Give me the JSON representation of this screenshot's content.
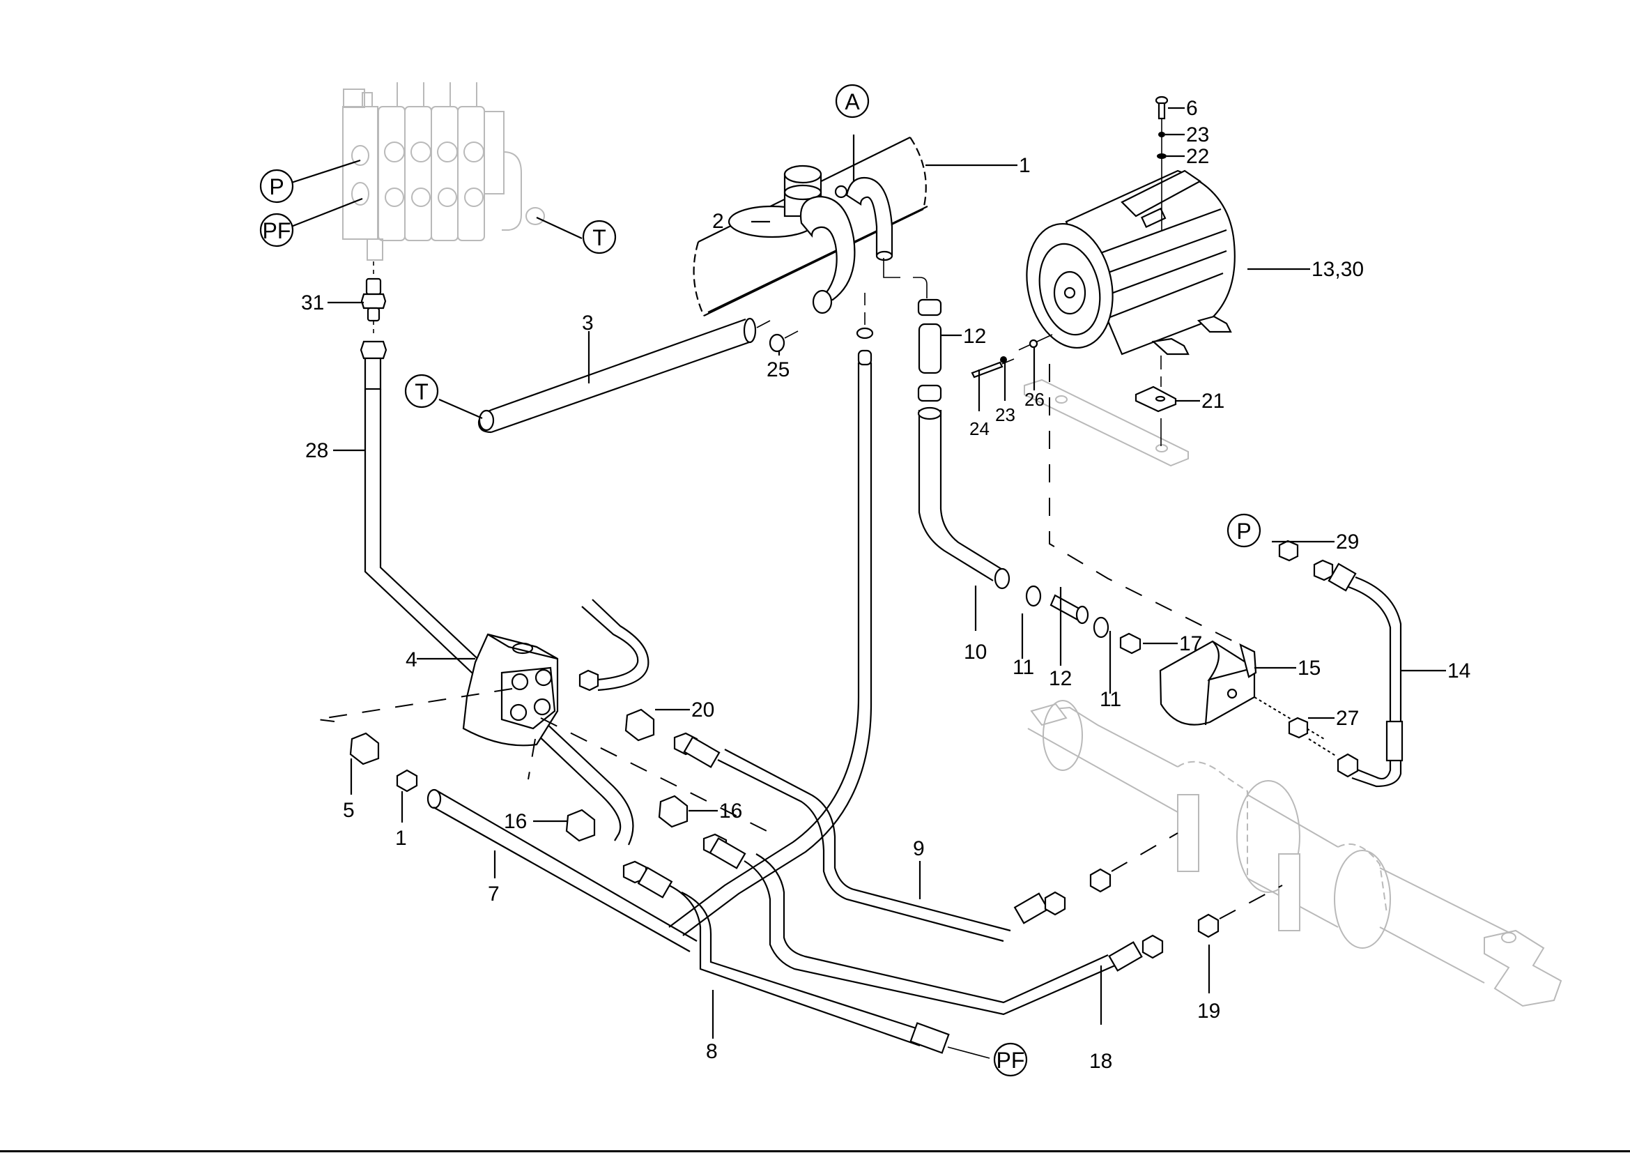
{
  "diagram": {
    "type": "exploded-parts-diagram",
    "subject": "Hydraulic steering / pump piping assembly",
    "port_markers": [
      {
        "id": "P-valve",
        "text": "P"
      },
      {
        "id": "PF-valve",
        "text": "PF"
      },
      {
        "id": "T-valve",
        "text": "T"
      },
      {
        "id": "A-tank",
        "text": "A"
      },
      {
        "id": "T-hose3",
        "text": "T"
      },
      {
        "id": "P-hose14",
        "text": "P"
      },
      {
        "id": "PF-hose8",
        "text": "PF"
      }
    ],
    "callouts": [
      {
        "id": "c1-tank",
        "text": "1",
        "part": "hydraulic tank"
      },
      {
        "id": "c2",
        "text": "2",
        "part": "tank cap / filler assembly"
      },
      {
        "id": "c3",
        "text": "3",
        "part": "return hose"
      },
      {
        "id": "c4",
        "text": "4",
        "part": "steering unit (orbitrol)"
      },
      {
        "id": "c5",
        "text": "5",
        "part": "fitting"
      },
      {
        "id": "c1-seal",
        "text": "1",
        "part": "seal"
      },
      {
        "id": "c6",
        "text": "6",
        "part": "bolt"
      },
      {
        "id": "c7",
        "text": "7",
        "part": "hose"
      },
      {
        "id": "c8",
        "text": "8",
        "part": "hose"
      },
      {
        "id": "c9",
        "text": "9",
        "part": "hose"
      },
      {
        "id": "c10",
        "text": "10",
        "part": "suction hose"
      },
      {
        "id": "c11a",
        "text": "11",
        "part": "hose clamp"
      },
      {
        "id": "c11b",
        "text": "11",
        "part": "hose clamp"
      },
      {
        "id": "c12a",
        "text": "12",
        "part": "hose sleeve"
      },
      {
        "id": "c12b",
        "text": "12",
        "part": "hose sleeve"
      },
      {
        "id": "c13-30",
        "text": "13,30",
        "part": "electric motor"
      },
      {
        "id": "c14",
        "text": "14",
        "part": "pressure hose"
      },
      {
        "id": "c15",
        "text": "15",
        "part": "pump"
      },
      {
        "id": "c16a",
        "text": "16",
        "part": "fitting"
      },
      {
        "id": "c16b",
        "text": "16",
        "part": "fitting"
      },
      {
        "id": "c17",
        "text": "17",
        "part": "fitting"
      },
      {
        "id": "c18",
        "text": "18",
        "part": "hose"
      },
      {
        "id": "c19",
        "text": "19",
        "part": "fitting"
      },
      {
        "id": "c20",
        "text": "20",
        "part": "fitting"
      },
      {
        "id": "c21",
        "text": "21",
        "part": "spacer plate"
      },
      {
        "id": "c22",
        "text": "22",
        "part": "washer"
      },
      {
        "id": "c23a",
        "text": "23",
        "part": "lock washer"
      },
      {
        "id": "c23b",
        "text": "23",
        "part": "lock washer"
      },
      {
        "id": "c24",
        "text": "24",
        "part": "screw"
      },
      {
        "id": "c25",
        "text": "25",
        "part": "clamp"
      },
      {
        "id": "c26",
        "text": "26",
        "part": "washer"
      },
      {
        "id": "c27",
        "text": "27",
        "part": "fitting"
      },
      {
        "id": "c28",
        "text": "28",
        "part": "hose"
      },
      {
        "id": "c29",
        "text": "29",
        "part": "fitting"
      },
      {
        "id": "c31",
        "text": "31",
        "part": "fitting"
      }
    ]
  }
}
